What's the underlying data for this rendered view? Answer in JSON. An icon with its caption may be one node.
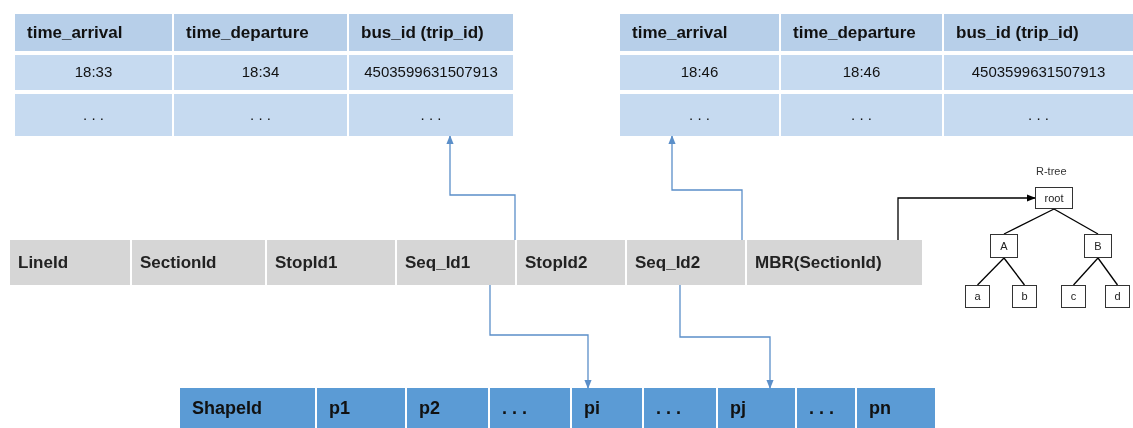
{
  "diagram": {
    "nodes": [
      {
        "text": [
          "time_arrival"
        ]
      },
      {
        "text": [
          "time_departure"
        ]
      },
      {
        "text": [
          "bus_id (trip_id)"
        ]
      },
      {
        "text": [
          "18:33"
        ]
      },
      {
        "text": [
          "18:34"
        ]
      },
      {
        "text": [
          "4503599631507913"
        ]
      },
      {
        "text": [
          ". . ."
        ]
      },
      {
        "text": [
          ". . ."
        ]
      },
      {
        "text": [
          ". . ."
        ]
      },
      {
        "text": [
          "time_arrival"
        ]
      },
      {
        "text": [
          "time_departure"
        ]
      },
      {
        "text": [
          "bus_id (trip_id)"
        ]
      },
      {
        "text": [
          "18:46"
        ]
      },
      {
        "text": [
          "18:46"
        ]
      },
      {
        "text": [
          "4503599631507913"
        ]
      },
      {
        "text": [
          ". . ."
        ]
      },
      {
        "text": [
          ". . ."
        ]
      },
      {
        "text": [
          ". . ."
        ]
      },
      {
        "text": [
          "LineId"
        ]
      },
      {
        "text": [
          "SectionId"
        ]
      },
      {
        "text": [
          "StopId1"
        ]
      },
      {
        "text": [
          "Seq_Id1"
        ]
      },
      {
        "text": [
          "StopId2"
        ]
      },
      {
        "text": [
          "Seq_Id2"
        ]
      },
      {
        "text": [
          "MBR(SectionId)"
        ]
      },
      {
        "text": [
          "root"
        ]
      },
      {
        "text": [
          "A"
        ]
      },
      {
        "text": [
          "B"
        ]
      },
      {
        "text": [
          "a"
        ]
      },
      {
        "text": [
          "b"
        ]
      },
      {
        "text": [
          "c"
        ]
      },
      {
        "text": [
          "d"
        ]
      },
      {
        "text": [
          "ShapeId"
        ]
      },
      {
        "text": [
          "p1"
        ]
      },
      {
        "text": [
          "p2"
        ]
      },
      {
        "text": [
          ". . ."
        ]
      },
      {
        "text": [
          "pi"
        ]
      },
      {
        "text": [
          ". . ."
        ]
      },
      {
        "text": [
          "pj"
        ]
      },
      {
        "text": [
          ". . ."
        ]
      },
      {
        "text": [
          "pn"
        ]
      }
    ],
    "edges": [
      {
        "from": 21,
        "to": 8,
        "arrow": "to",
        "color": "#5b8fc9"
      },
      {
        "from": 23,
        "to": 15,
        "arrow": "to",
        "color": "#5b8fc9"
      },
      {
        "from": 21,
        "to": 36,
        "arrow": "to",
        "color": "#5b8fc9"
      },
      {
        "from": 23,
        "to": 38,
        "arrow": "to",
        "color": "#5b8fc9"
      },
      {
        "from": 24,
        "to": 25,
        "arrow": "to"
      },
      {
        "from": 25,
        "to": 26,
        "arrow": "none"
      },
      {
        "from": 25,
        "to": 27,
        "arrow": "none"
      },
      {
        "from": 26,
        "to": 28,
        "arrow": "none"
      },
      {
        "from": 26,
        "to": 29,
        "arrow": "none"
      },
      {
        "from": 27,
        "to": 30,
        "arrow": "none"
      },
      {
        "from": 27,
        "to": 31,
        "arrow": "none"
      }
    ],
    "labels": [
      "R-tree"
    ]
  }
}
